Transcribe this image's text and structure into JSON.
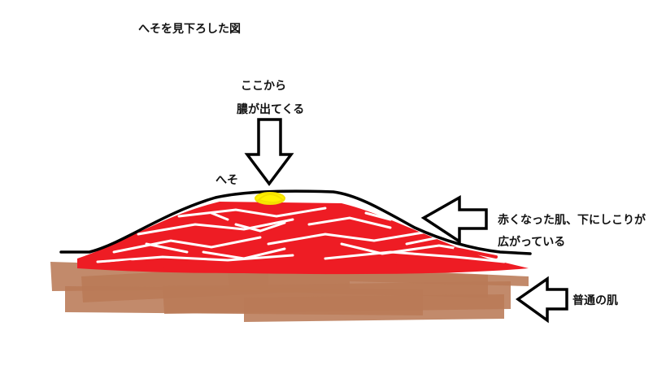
{
  "title": "へそを見下ろした図",
  "labels": {
    "pus_line1": "ここから",
    "pus_line2": "膿が出てくる",
    "navel": "へそ",
    "red_line1": "赤くなった肌、下にしこりが",
    "red_line2": "広がっている",
    "normal": "普通の肌"
  },
  "colors": {
    "outline": "#000000",
    "inflamed": "#ee1c24",
    "pus": "#fff200",
    "skin": "#b97a57",
    "background": "#ffffff"
  }
}
